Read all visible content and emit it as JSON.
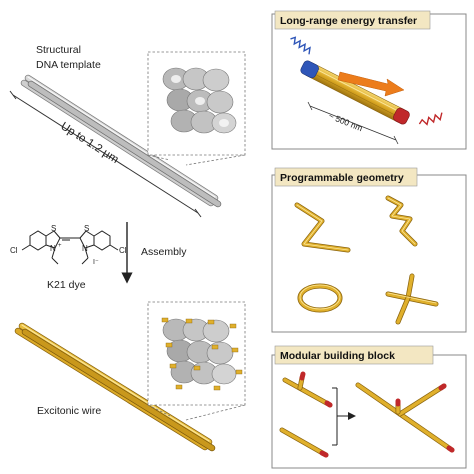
{
  "left": {
    "template_label_line1": "Structural",
    "template_label_line2": "DNA template",
    "length_label": "Up to 1.2 µm",
    "dye_name": "K21 dye",
    "assembly_label": "Assembly",
    "wire_label": "Excitonic wire",
    "chem_atoms": [
      "Cl",
      "N",
      "N",
      "Cl",
      "S",
      "S",
      "+",
      "I⁻"
    ]
  },
  "panels": [
    {
      "title": "Long-range energy transfer",
      "distance_label": "~ 500 nm"
    },
    {
      "title": "Programmable geometry"
    },
    {
      "title": "Modular building block"
    }
  ],
  "colors": {
    "gold": "#d9a622",
    "gold_light": "#f2cf5c",
    "gold_dark": "#a67a12",
    "gray_rod": "#c8c8c8",
    "blue_end": "#2f56b8",
    "red_end": "#c0282a",
    "arrow_orange": "#ec7c1b",
    "panel_title_bg": "#f3e7c2",
    "panel_border": "#888888"
  }
}
